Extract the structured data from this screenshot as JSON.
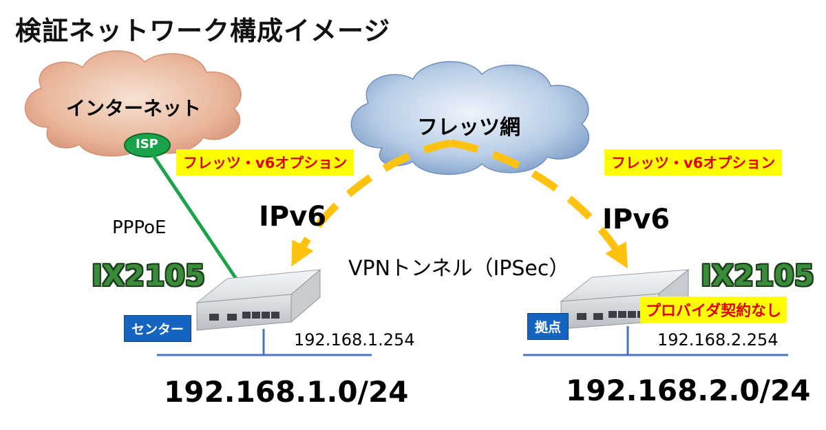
{
  "title": "検証ネットワーク構成イメージ",
  "clouds": {
    "internet": "インターネット",
    "isp": "ISP",
    "flets": "フレッツ網"
  },
  "options": {
    "left": "フレッツ・v6オプション",
    "right": "フレッツ・v6オプション"
  },
  "links": {
    "pppoe": "PPPoE",
    "ipv6_left": "IPv6",
    "ipv6_right": "IPv6",
    "vpn": "VPNトンネル（IPSec）"
  },
  "center": {
    "model": "IX2105",
    "role": "センター",
    "ip": "192.168.1.254",
    "subnet": "192.168.1.0/24"
  },
  "branch": {
    "model": "IX2105",
    "role": "拠点",
    "note": "プロバイダ契約なし",
    "ip": "192.168.2.254",
    "subnet": "192.168.2.0/24"
  },
  "colors": {
    "tunnel": "#ffc20e",
    "pppoe_line": "#1aa34a",
    "lan_line": "#4a72c4",
    "isp": "#1aa34a",
    "model_text": "#3a8c3a"
  }
}
